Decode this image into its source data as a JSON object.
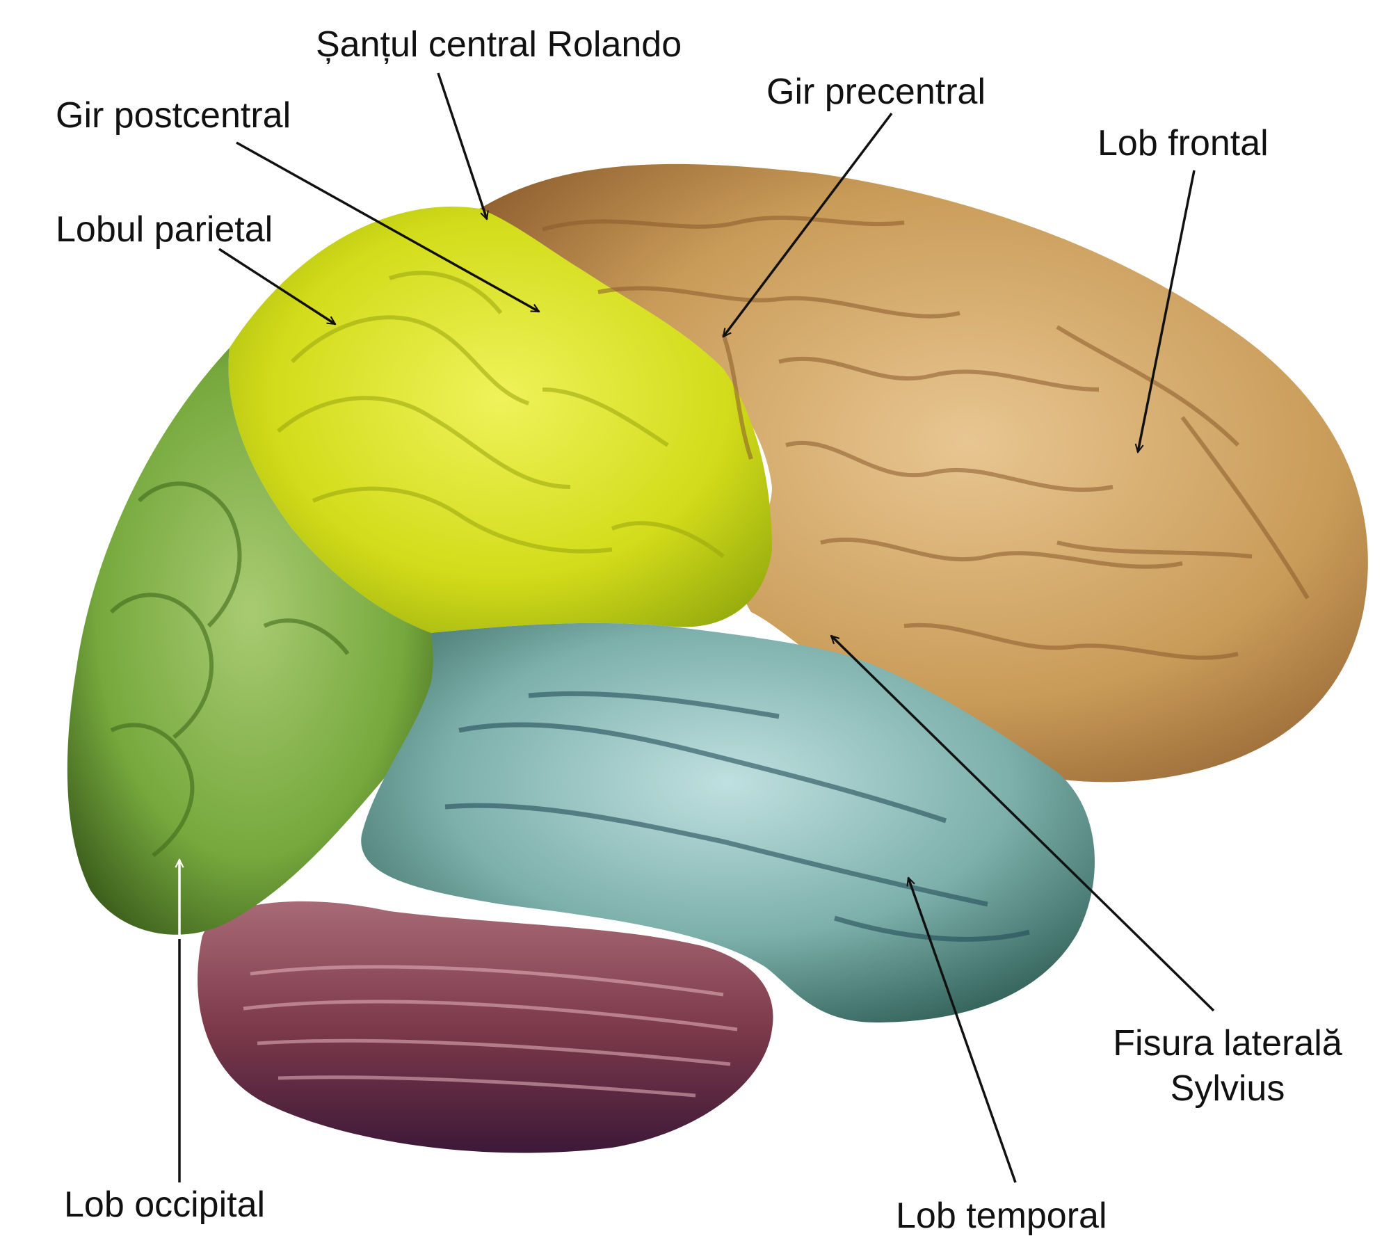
{
  "labels": {
    "santul_central": "Șanțul central Rolando",
    "gir_postcentral": "Gir postcentral",
    "gir_precentral": "Gir precentral",
    "lob_frontal": "Lob frontal",
    "lobul_parietal": "Lobul parietal",
    "fisura_laterala_line1": "Fisura laterală",
    "fisura_laterala_line2": "Sylvius",
    "lob_occipital": "Lob occipital",
    "lob_temporal": "Lob temporal"
  },
  "colors": {
    "frontal": "#c89a55",
    "parietal": "#d8e21a",
    "occipital": "#7fb043",
    "temporal": "#7fb3ae",
    "cerebellum": "#7d3a4a",
    "arrow": "#111111",
    "arrow_on_dark": "#ffffff"
  }
}
